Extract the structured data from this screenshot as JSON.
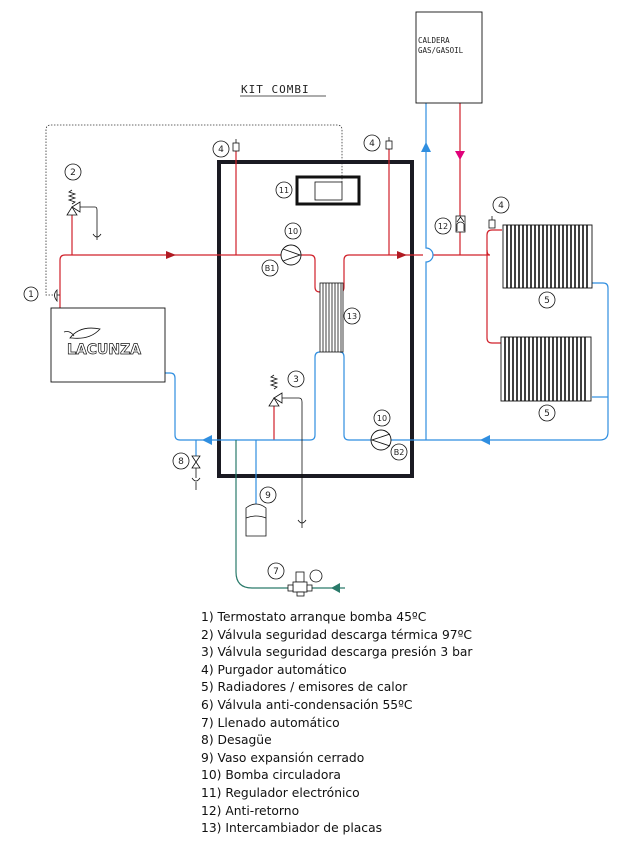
{
  "title": "KIT COMBI",
  "boiler": {
    "line1": "CALDERA",
    "line2": "GAS/GASOIL"
  },
  "brand_logo": "LACUNZA",
  "markers": {
    "thermostat": "1",
    "safety_thermal": "2",
    "safety_pressure": "3",
    "purger": "4",
    "radiator": "5",
    "fill": "7",
    "drain": "8",
    "expansion": "9",
    "pump": "10",
    "regulator": "11",
    "check_valve": "12",
    "exchanger": "13",
    "pump_b1": "B1",
    "pump_b2": "B2"
  },
  "legend": [
    "1) Termostato arranque bomba 45ºC",
    "2) Válvula seguridad descarga térmica 97ºC",
    "3) Válvula seguridad descarga presión 3 bar",
    "4) Purgador automático",
    "5) Radiadores / emisores de calor",
    "6) Válvula anti-condensación 55ºC",
    "7) Llenado automático",
    "8) Desagüe",
    "9) Vaso expansión cerrado",
    "10) Bomba circuladora",
    "11) Regulador electrónico",
    "12) Anti-retorno",
    "13) Intercambiador de placas"
  ],
  "colors": {
    "hot": "#d0202a",
    "cold": "#2f8ee0",
    "fill": "#2a7a6a",
    "boiler_flow": "#e0007a"
  }
}
